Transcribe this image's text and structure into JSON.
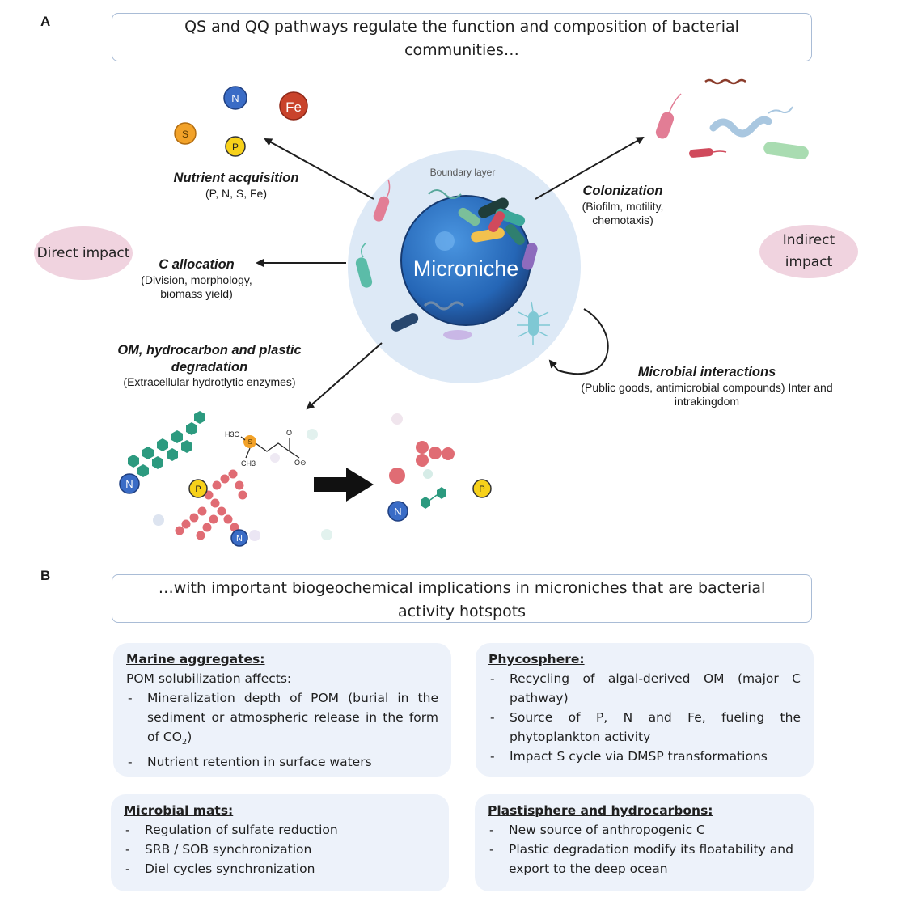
{
  "panel_a": {
    "letter": "A",
    "headline": "QS and QQ pathways regulate the function and composition of bacterial communities…",
    "center_label": "Microniche",
    "boundary_label": "Boundary layer",
    "direct_impact": "Direct impact",
    "indirect_impact": "Indirect impact",
    "labels": {
      "nutrient": {
        "title": "Nutrient acquisition",
        "subtitle": "(P, N, S, Fe)"
      },
      "c_allocation": {
        "title": "C allocation",
        "subtitle": "(Division, morphology, biomass yield)"
      },
      "degradation": {
        "title": "OM, hydrocarbon and plastic degradation",
        "subtitle": "(Extracellular hydrotlytic enzymes)"
      },
      "colonization": {
        "title": "Colonization",
        "subtitle": "(Biofilm, motility, chemotaxis)"
      },
      "interactions": {
        "title": "Microbial interactions",
        "subtitle": "(Public goods, antimicrobial compounds) Inter and intrakingdom"
      }
    },
    "nutrients": {
      "n": "N",
      "fe": "Fe",
      "s": "S",
      "p": "P"
    },
    "molecule": {
      "h3c": "H3C",
      "s": "S",
      "ch3": "CH3",
      "o": "O",
      "o_minus": "O⊖"
    },
    "colors": {
      "nutrient_n": "#3a6cc6",
      "nutrient_fe": "#c9432b",
      "nutrient_s": "#f2a229",
      "nutrient_p": "#f7d11a",
      "microniche": "#2a6fc0",
      "halo": "#dde9f6",
      "hexagon": "#2c9a7f",
      "bead": "#e06c74"
    }
  },
  "panel_b": {
    "letter": "B",
    "headline": "…with important biogeochemical implications in microniches that are bacterial activity hotspots",
    "cards": {
      "aggregates": {
        "title": "Marine aggregates:",
        "intro": "POM solubilization affects:",
        "item1_pre": "Mineralization depth of POM (burial in the sediment or atmospheric release in the form of CO",
        "item1_sub": "2",
        "item1_post": ")",
        "item2": "Nutrient retention in surface waters"
      },
      "phycosphere": {
        "title": "Phycosphere:",
        "items": [
          "Recycling of algal-derived OM (major C pathway)",
          "Source of P, N and Fe, fueling the phytoplankton activity",
          "Impact S cycle via DMSP transformations"
        ]
      },
      "mats": {
        "title": "Microbial mats:",
        "items": [
          "Regulation of sulfate reduction",
          "SRB / SOB synchronization",
          "Diel cycles synchronization"
        ]
      },
      "plastisphere": {
        "title": "Plastisphere and hydrocarbons:",
        "items": [
          "New source of anthropogenic C",
          "Plastic degradation modify its floatability and export to the deep ocean"
        ]
      }
    }
  }
}
